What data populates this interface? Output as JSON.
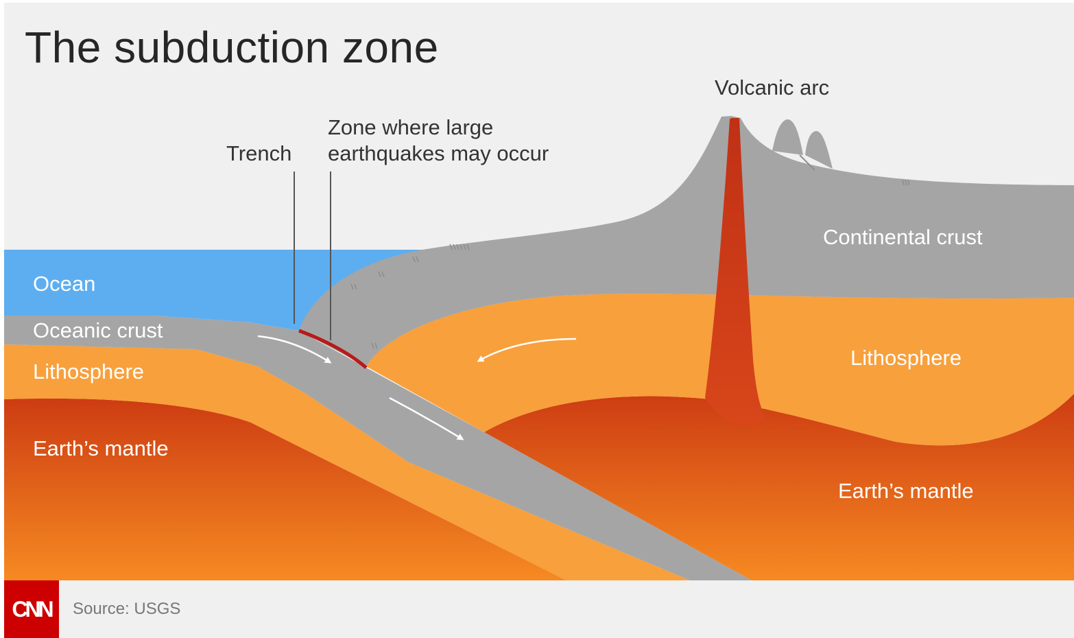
{
  "title": "The subduction zone",
  "labels": {
    "volcanic_arc": "Volcanic arc",
    "zone_line1": "Zone where large",
    "zone_line2": "earthquakes may occur",
    "trench": "Trench",
    "ocean": "Ocean",
    "oceanic_crust": "Oceanic crust",
    "lithosphere_left": "Lithosphere",
    "mantle_left": "Earth’s mantle",
    "continental_crust": "Continental crust",
    "lithosphere_right": "Lithosphere",
    "mantle_right": "Earth’s mantle"
  },
  "footer": {
    "logo": "CNN",
    "source": "Source: USGS"
  },
  "colors": {
    "ocean": "#5daef0",
    "crust": "#a5a5a5",
    "lithosphere": "#f8a03c",
    "mantle_top": "#cd3c12",
    "mantle_bottom": "#f68a22",
    "magma": "#c7331a",
    "fault": "#b81a1a",
    "background": "#f0f0f0"
  }
}
